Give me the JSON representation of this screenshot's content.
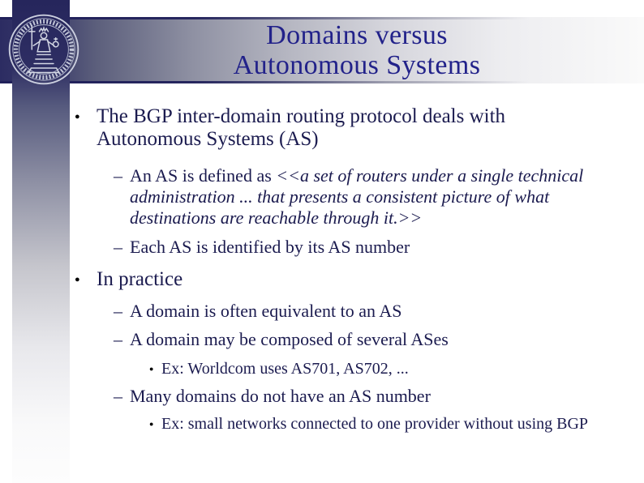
{
  "slide": {
    "title": {
      "line1": "Domains versus",
      "line2": "Autonomous Systems"
    },
    "glyphs": {
      "level1": "●",
      "level2": "–",
      "level3": "●"
    },
    "icons": {
      "logo": "university-seal"
    },
    "colors": {
      "title_text": "#22228a",
      "body_text": "#1b1b4f",
      "accent_navy": "#2c2c62"
    },
    "content": {
      "b1": "The BGP inter-domain routing protocol deals with Autonomous Systems (AS)",
      "b1_s1_prefix": "An AS is defined as ",
      "b1_s1_quote": "<<a set of routers under a single technical administration ... that presents a consistent picture of what destinations are reachable through it.>>",
      "b1_s2": "Each AS is identified by its AS number",
      "b2": "In practice",
      "b2_s1": "A domain is often equivalent to an AS",
      "b2_s2": "A domain may be composed of several ASes",
      "b2_s2_ex": "Ex: Worldcom uses AS701, AS702, ...",
      "b2_s3": "Many domains do not have an AS number",
      "b2_s3_ex": "Ex: small networks connected to one provider without using BGP"
    }
  }
}
